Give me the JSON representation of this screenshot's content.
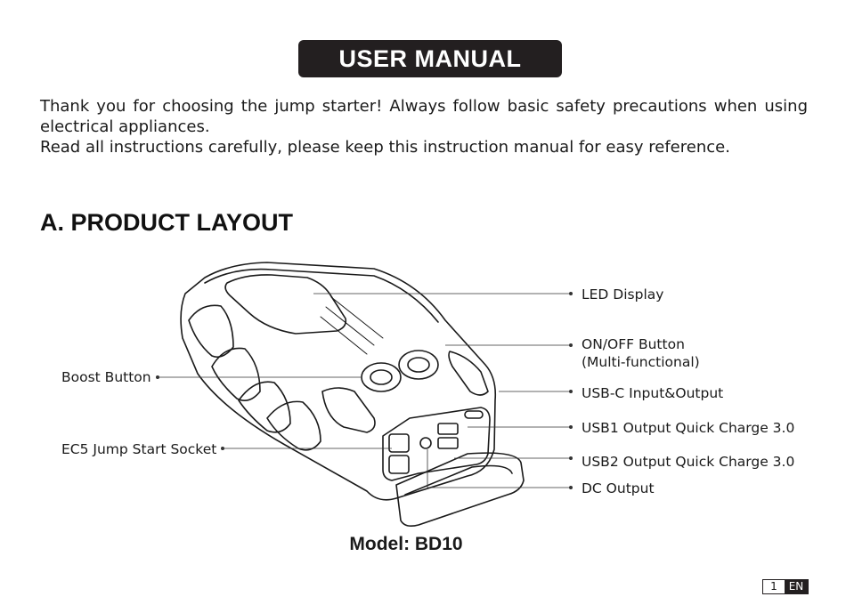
{
  "header": {
    "title": "USER MANUAL"
  },
  "intro": {
    "line1": "Thank you for choosing the jump starter! Always follow basic safety precautions when using electrical appliances.",
    "line2": "Read all instructions carefully, please keep this instruction manual for easy reference."
  },
  "section": {
    "title": "A. PRODUCT LAYOUT"
  },
  "callouts": {
    "led_display": "LED Display",
    "on_off_button_line1": "ON/OFF Button",
    "on_off_button_line2": "(Multi-functional)",
    "usb_c": "USB-C Input&Output",
    "usb1": "USB1 Output Quick Charge 3.0",
    "usb2": "USB2 Output Quick Charge 3.0",
    "dc_output": "DC Output",
    "boost_button": "Boost Button",
    "ec5_socket": "EC5 Jump Start Socket"
  },
  "model": {
    "label": "Model: BD10"
  },
  "footer": {
    "page_number": "1",
    "language": "EN"
  }
}
